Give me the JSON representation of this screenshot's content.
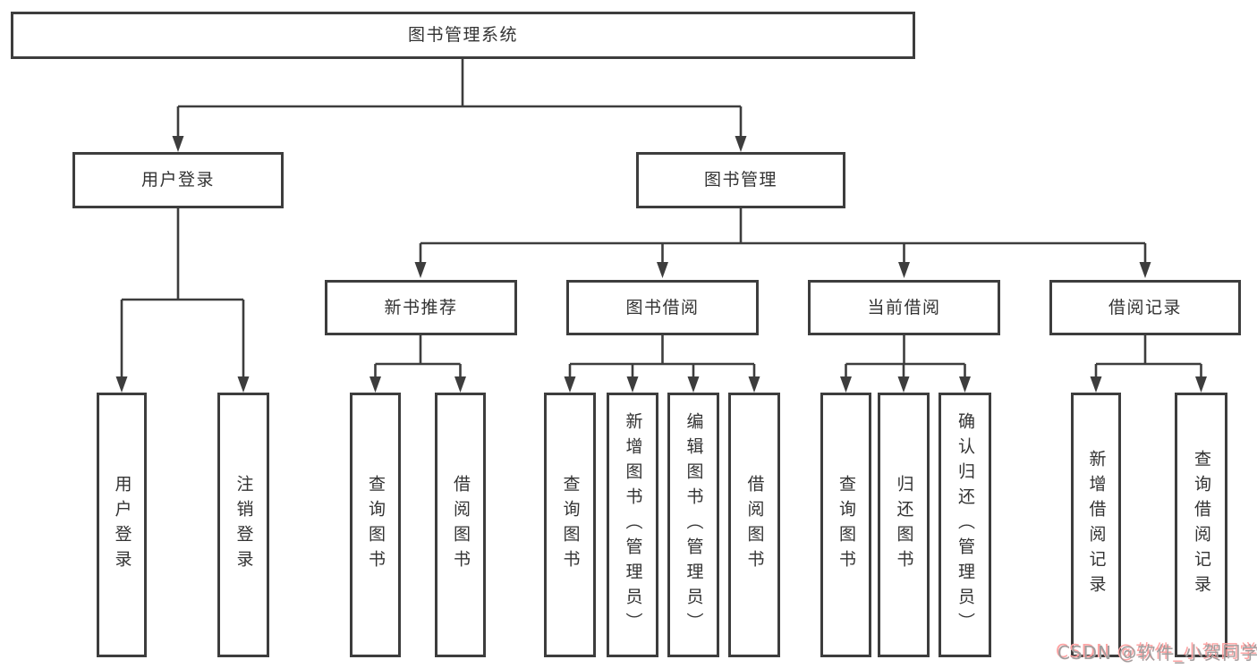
{
  "page": {
    "background": "#ffffff"
  },
  "diagram": {
    "type": "hierarchy-tree",
    "tree": {
      "root": {
        "label": "图书管理系统",
        "children": [
          {
            "label": "用户登录",
            "children": [
              {
                "label": "用户登录"
              },
              {
                "label": "注销登录"
              }
            ]
          },
          {
            "label": "图书管理",
            "children": [
              {
                "label": "新书推荐",
                "children": [
                  {
                    "label": "查询图书"
                  },
                  {
                    "label": "借阅图书"
                  }
                ]
              },
              {
                "label": "图书借阅",
                "children": [
                  {
                    "label": "查询图书"
                  },
                  {
                    "label": "新增图书（管理员）"
                  },
                  {
                    "label": "编辑图书（管理员）"
                  },
                  {
                    "label": "借阅图书"
                  }
                ]
              },
              {
                "label": "当前借阅",
                "children": [
                  {
                    "label": "查询图书"
                  },
                  {
                    "label": "归还图书"
                  },
                  {
                    "label": "确认归还（管理员）"
                  }
                ]
              },
              {
                "label": "借阅记录",
                "children": [
                  {
                    "label": "新增借阅记录"
                  },
                  {
                    "label": "查询借阅记录"
                  }
                ]
              }
            ]
          }
        ]
      }
    },
    "colors": {
      "box_border": "#3d3d3d",
      "connector_line": "#3d3d3d",
      "text": "#333333"
    }
  },
  "watermark": {
    "text": "CSDN @软件_小贺同学",
    "color": "#ffa3a3"
  }
}
